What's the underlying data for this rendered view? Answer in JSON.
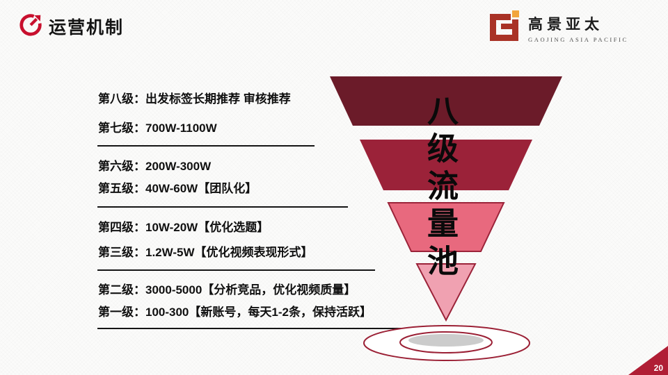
{
  "header": {
    "title": "运营机制"
  },
  "logo": {
    "name": "高景亚太",
    "subtitle": "GAOJING ASIA PACIFIC"
  },
  "levels": [
    {
      "text": "第八级：出发标签长期推荐 审核推荐"
    },
    {
      "text": "第七级：700W-1100W"
    },
    {
      "text": "第六级：200W-300W"
    },
    {
      "text": "第五级：40W-60W【团队化】"
    },
    {
      "text": "第四级：10W-20W【优化选题】"
    },
    {
      "text": "第三级：1.2W-5W【优化视频表现形式】"
    },
    {
      "text": "第二级：3000-5000【分析竞品，优化视频质量】"
    },
    {
      "text": "第一级：100-300【新账号，每天1-2条，保持活跃】"
    }
  ],
  "funnel": {
    "label": "八级流量池",
    "layers": [
      {
        "name": "tier-top",
        "color": "#6b1b29"
      },
      {
        "name": "tier-upper-middle",
        "color": "#9b2239"
      },
      {
        "name": "tier-lower-middle",
        "color": "#e8697e"
      },
      {
        "name": "tier-bottom",
        "color": "#f0a1b1"
      }
    ]
  },
  "page": {
    "number": "20"
  },
  "colors": {
    "accent_red": "#c8102e",
    "logo_red": "#a93226",
    "logo_gold": "#f2a53c",
    "funnel_ring": "#9b2035",
    "page_corner": "#b01e35",
    "text": "#111111"
  }
}
